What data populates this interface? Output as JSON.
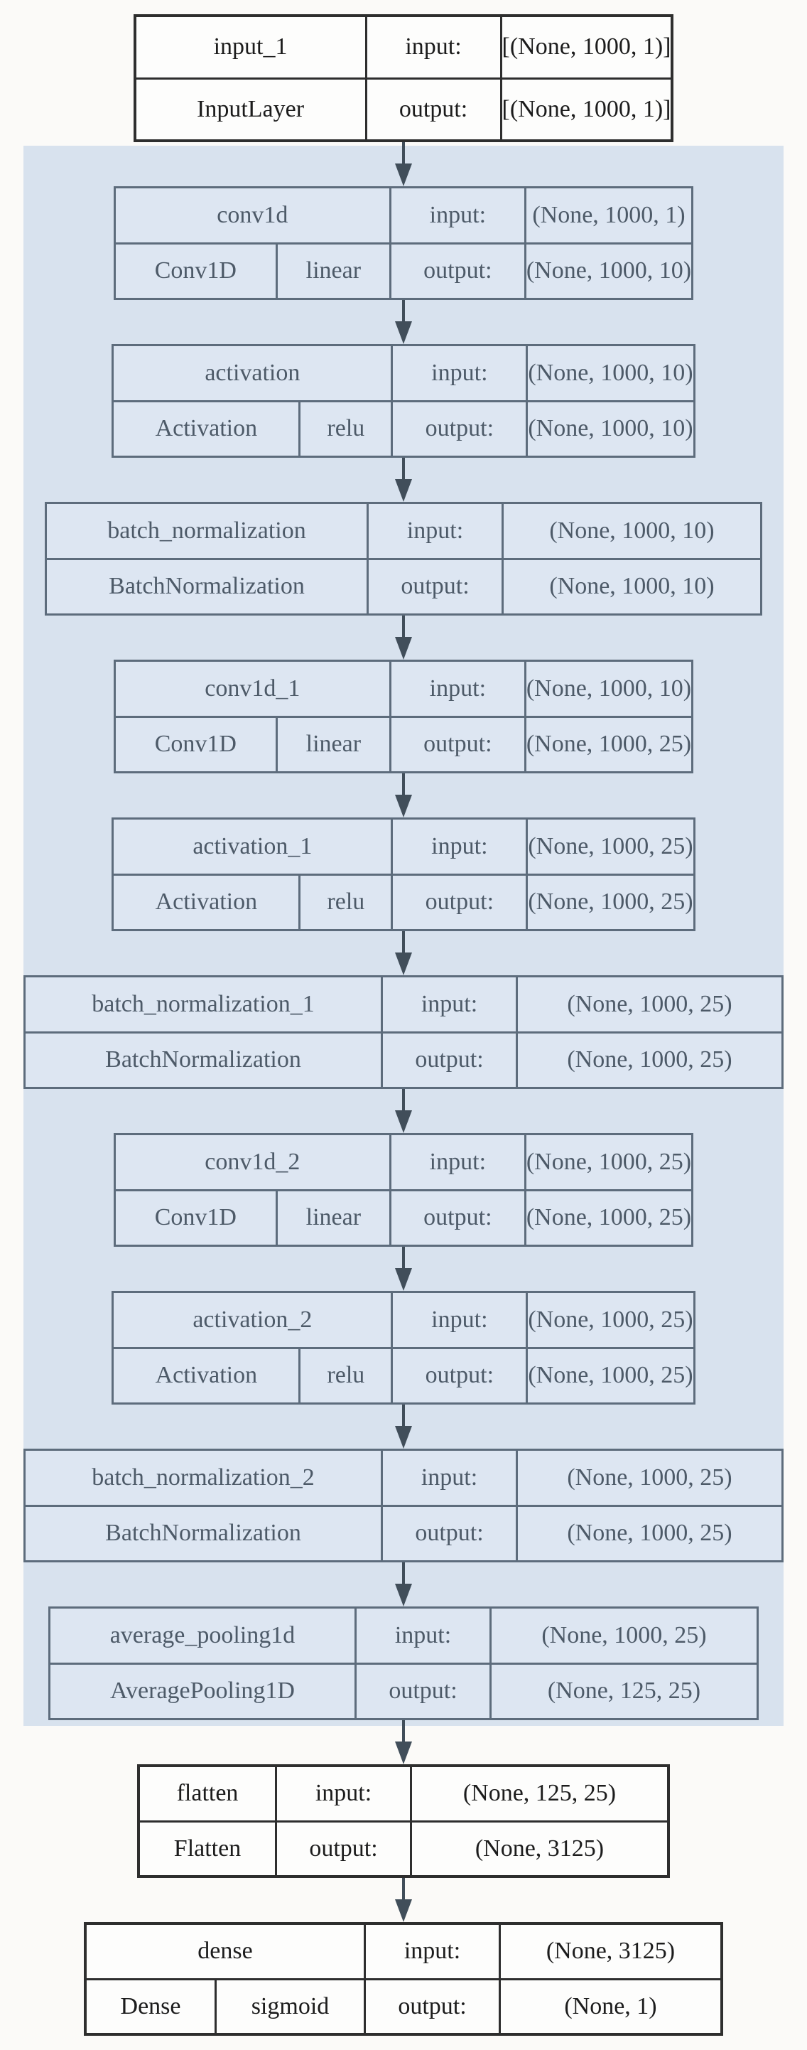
{
  "io_labels": {
    "input": "input:",
    "output": "output:"
  },
  "layers": [
    {
      "name": "input_1",
      "class_name": "InputLayer",
      "input_shape": "[(None, 1000, 1)]",
      "output_shape": "[(None, 1000, 1)]"
    },
    {
      "name": "conv1d",
      "class_name": "Conv1D",
      "activation": "linear",
      "input_shape": "(None, 1000, 1)",
      "output_shape": "(None, 1000, 10)"
    },
    {
      "name": "activation",
      "class_name": "Activation",
      "activation": "relu",
      "input_shape": "(None, 1000, 10)",
      "output_shape": "(None, 1000, 10)"
    },
    {
      "name": "batch_normalization",
      "class_name": "BatchNormalization",
      "input_shape": "(None, 1000, 10)",
      "output_shape": "(None, 1000, 10)"
    },
    {
      "name": "conv1d_1",
      "class_name": "Conv1D",
      "activation": "linear",
      "input_shape": "(None, 1000, 10)",
      "output_shape": "(None, 1000, 25)"
    },
    {
      "name": "activation_1",
      "class_name": "Activation",
      "activation": "relu",
      "input_shape": "(None, 1000, 25)",
      "output_shape": "(None, 1000, 25)"
    },
    {
      "name": "batch_normalization_1",
      "class_name": "BatchNormalization",
      "input_shape": "(None, 1000, 25)",
      "output_shape": "(None, 1000, 25)"
    },
    {
      "name": "conv1d_2",
      "class_name": "Conv1D",
      "activation": "linear",
      "input_shape": "(None, 1000, 25)",
      "output_shape": "(None, 1000, 25)"
    },
    {
      "name": "activation_2",
      "class_name": "Activation",
      "activation": "relu",
      "input_shape": "(None, 1000, 25)",
      "output_shape": "(None, 1000, 25)"
    },
    {
      "name": "batch_normalization_2",
      "class_name": "BatchNormalization",
      "input_shape": "(None, 1000, 25)",
      "output_shape": "(None, 1000, 25)"
    },
    {
      "name": "average_pooling1d",
      "class_name": "AveragePooling1D",
      "input_shape": "(None, 1000, 25)",
      "output_shape": "(None, 125, 25)"
    },
    {
      "name": "flatten",
      "class_name": "Flatten",
      "input_shape": "(None, 125, 25)",
      "output_shape": "(None, 3125)"
    },
    {
      "name": "dense",
      "class_name": "Dense",
      "activation": "sigmoid",
      "input_shape": "(None, 3125)",
      "output_shape": "(None, 1)"
    }
  ],
  "colors": {
    "highlight_background": "#d8e2ee",
    "node_fill_highlighted": "#dde6f2",
    "node_fill_plain": "#fdfdfc",
    "node_border_highlighted": "#5d6c7c",
    "node_border_plain": "#2e2e2e",
    "arrow": "#414e5a"
  }
}
